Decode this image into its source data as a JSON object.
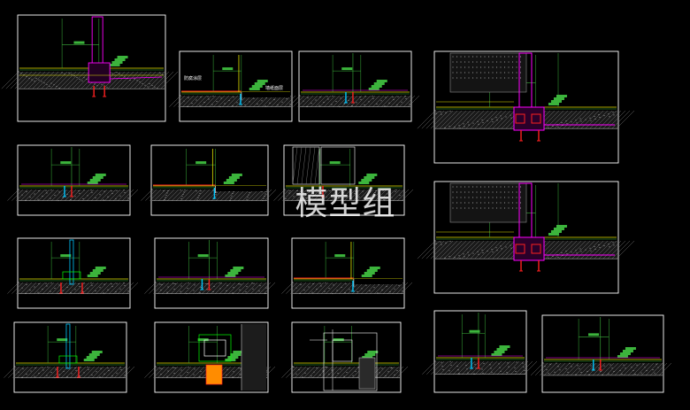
{
  "watermark": "模型组",
  "labels": {
    "left_room": "防腐涂层",
    "right_room": "墙纸面层"
  },
  "colors": {
    "background": "#000000",
    "frame": "#ffffff",
    "dim_green": "#3cb43c",
    "bright_green": "#00ff00",
    "yellow": "#e0e000",
    "magenta": "#ff00ff",
    "red": "#ff2020",
    "cyan": "#00c8ff",
    "orange": "#ff8c00",
    "grey_hatch": "#8c8c8c",
    "light_grey": "#c8c8c8"
  },
  "detail_panels": [
    {
      "id": "p1",
      "kind": "door-frame"
    },
    {
      "id": "p2",
      "kind": "step-threshold"
    },
    {
      "id": "p3",
      "kind": "floor-joint"
    },
    {
      "id": "p4",
      "kind": "door-frame-large"
    },
    {
      "id": "p5",
      "kind": "floor-joint"
    },
    {
      "id": "p6",
      "kind": "step-threshold"
    },
    {
      "id": "p7",
      "kind": "wall-hatch"
    },
    {
      "id": "p8",
      "kind": "door-frame-large"
    },
    {
      "id": "p9",
      "kind": "glass-joint"
    },
    {
      "id": "p10",
      "kind": "floor-joint"
    },
    {
      "id": "p11",
      "kind": "step-threshold"
    },
    {
      "id": "p12",
      "kind": "glass-joint"
    },
    {
      "id": "p13",
      "kind": "drain"
    },
    {
      "id": "p14",
      "kind": "mullion-section"
    },
    {
      "id": "p15",
      "kind": "floor-joint"
    },
    {
      "id": "p16",
      "kind": "floor-joint"
    }
  ]
}
